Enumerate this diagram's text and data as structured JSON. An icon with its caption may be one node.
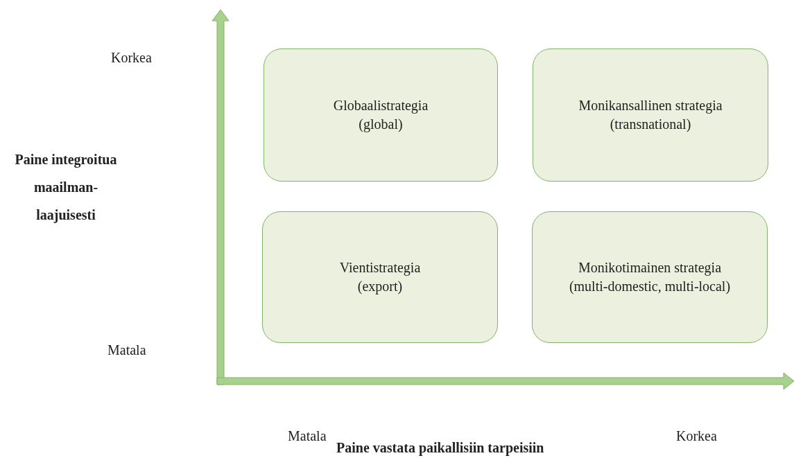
{
  "diagram": {
    "nodes": [
      {
        "text": [
          "Globaalistrategia",
          "(global)"
        ]
      },
      {
        "text": [
          "Monikansallinen strategia",
          "(transnational)"
        ]
      },
      {
        "text": [
          "Vientistrategia",
          "(export)"
        ]
      },
      {
        "text": [
          "Monikotimainen strategia",
          "(multi-domestic, multi-local)"
        ]
      }
    ],
    "edges": [],
    "labels": [
      "Korkea",
      "Paine integroitua maailman-laajuisesti",
      "Matala",
      "Matala",
      "Korkea",
      "Paine vastata paikallisiin tarpeisiin"
    ]
  }
}
